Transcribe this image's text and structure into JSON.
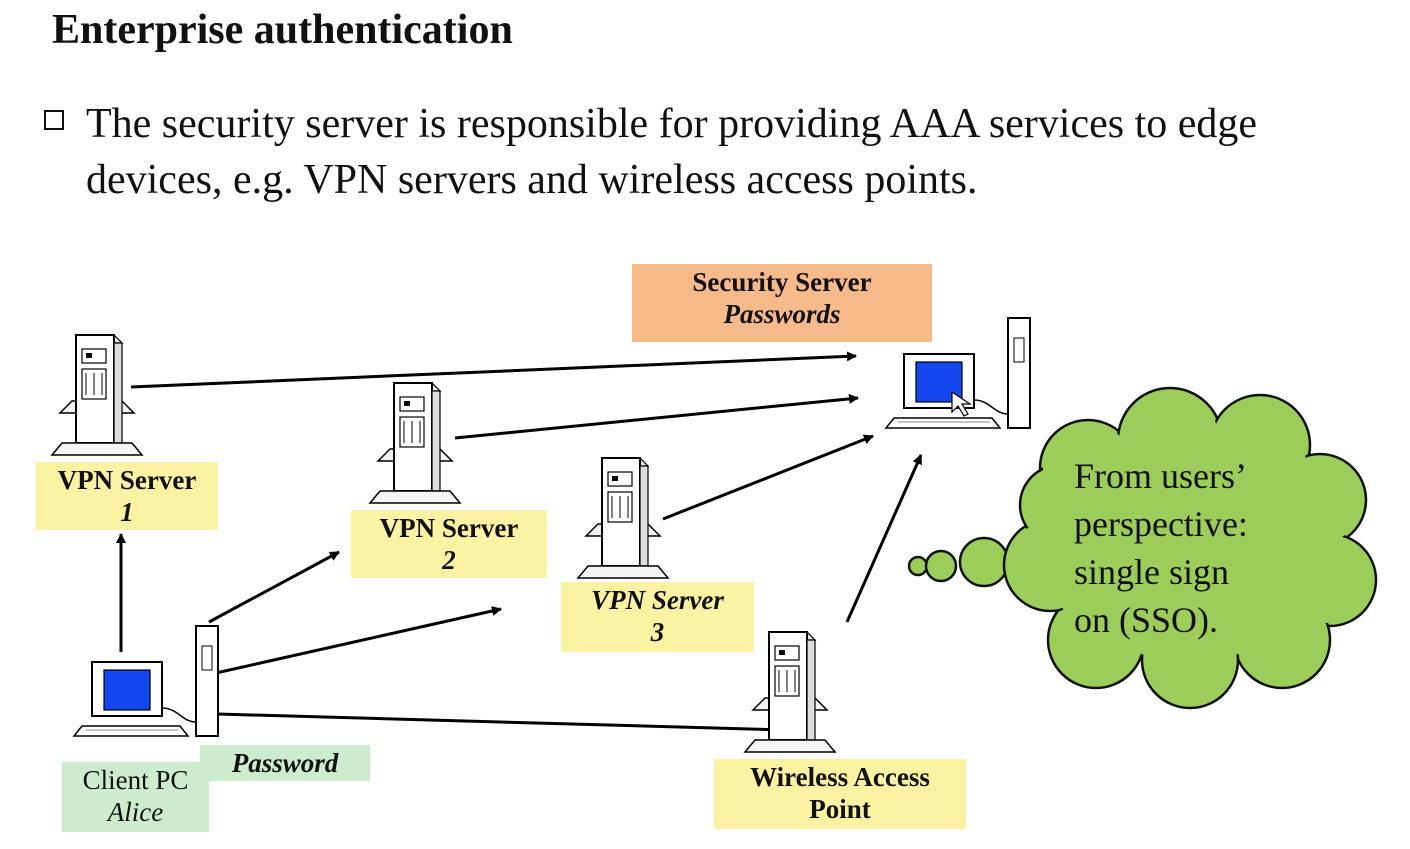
{
  "title": "Enterprise authentication",
  "bullet": {
    "text": "The security server is responsible for providing AAA services to edge devices, e.g. VPN servers and wireless access points."
  },
  "nodes": {
    "security_server": {
      "name": "Security Server",
      "sub": "Passwords"
    },
    "vpn1": {
      "name": "VPN Server",
      "sub": "1"
    },
    "vpn2": {
      "name": "VPN Server",
      "sub": "2"
    },
    "vpn3": {
      "name": "VPN Server",
      "sub": "3"
    },
    "wap": {
      "line1": "Wireless Access",
      "line2": "Point"
    },
    "client": {
      "name": "Client PC",
      "sub": "Alice"
    },
    "password": "Password"
  },
  "callout": {
    "line1": "From users’",
    "line2": "perspective:",
    "line3": "single sign",
    "line4": "on (SSO)."
  },
  "colors": {
    "label_yellow": "#fbf2a4",
    "label_orange": "#f6b98a",
    "label_green": "#cdeccd",
    "cloud_green": "#9ccc5a",
    "screen_blue": "#1446f0"
  }
}
